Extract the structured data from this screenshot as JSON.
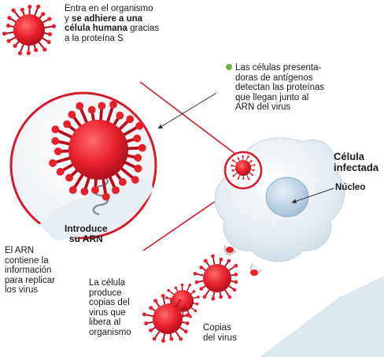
{
  "colors": {
    "virus": "#e8202c",
    "virus_dark": "#b50f1b",
    "ring": "#d51b2b",
    "cell": "#dfe8ee",
    "nucleus": "#b9d1e3",
    "accent_dot": "#6db33f",
    "shadow": "#dde7ee"
  },
  "labels": {
    "entry": {
      "line1": "Entra en el organismo",
      "line2_prefix": "y ",
      "line2_bold": "se adhiere a una",
      "line3_bold": "célula humana",
      "line3_rest": " gracias",
      "line4": "a la proteína S"
    },
    "antigen": {
      "line1": "Las células presenta-",
      "line2": "doras de antígenos",
      "line3": "detectan las proteínas",
      "line4": "que llegan junto al",
      "line5": "ARN del virus"
    },
    "introduce": {
      "line1": "Introduce",
      "line2": "su ARN"
    },
    "infected": {
      "line1": "Célula",
      "line2": "infectada"
    },
    "nucleus": "Núcleo",
    "rna": {
      "line1": "El ARN",
      "line2": "contiene la",
      "line3": "información",
      "line4": "para replicar",
      "line5": "los virus"
    },
    "copies_produce": {
      "line1": "La célula",
      "line2": "produce",
      "line3": "copias del",
      "line4": "virus que",
      "line5": "libera al",
      "line6": "organismo"
    },
    "copies": {
      "line1": "Copias",
      "line2": "del virus"
    }
  }
}
